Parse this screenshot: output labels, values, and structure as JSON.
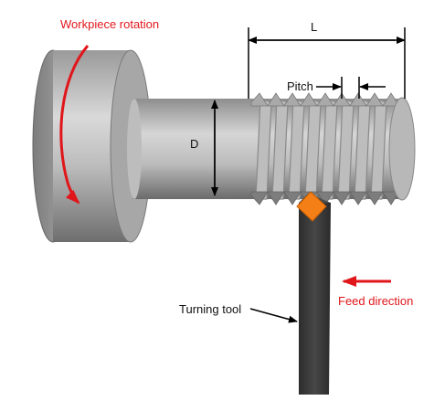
{
  "diagram": {
    "labels": {
      "workpiece_rotation": "Workpiece rotation",
      "length": "L",
      "pitch": "Pitch",
      "diameter": "D",
      "turning_tool": "Turning tool",
      "feed_direction": "Feed direction"
    },
    "colors": {
      "metal_light": "#d4d4d4",
      "metal_mid": "#a9a9a9",
      "metal_dark": "#6f6f6f",
      "tool_body": "#3a3a3a",
      "tool_insert": "#f57f17",
      "annotation_red": "#e0161b",
      "annotation_black": "#000000"
    }
  }
}
